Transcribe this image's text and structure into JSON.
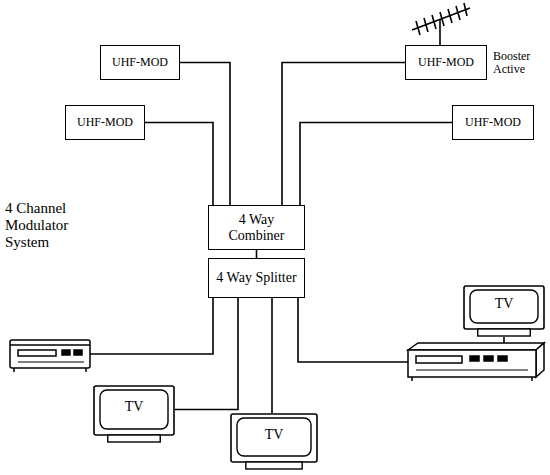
{
  "diagram": {
    "nodes": [
      {
        "text": [
          "UHF-MOD"
        ]
      },
      {
        "text": [
          "UHF-MOD"
        ]
      },
      {
        "text": [
          "UHF-MOD"
        ]
      },
      {
        "text": [
          "UHF-MOD"
        ]
      },
      {
        "text": [
          "4 Way Combiner"
        ]
      },
      {
        "text": [
          "4 Way Splitter"
        ]
      },
      {
        "text": [
          "TV"
        ]
      },
      {
        "text": [
          "TV"
        ]
      },
      {
        "text": [
          "TV"
        ]
      }
    ],
    "edges": [
      {
        "from": 0,
        "to": 4,
        "arrow": "none"
      },
      {
        "from": 1,
        "to": 4,
        "arrow": "none"
      },
      {
        "from": 2,
        "to": 4,
        "arrow": "none"
      },
      {
        "from": 3,
        "to": 4,
        "arrow": "none"
      },
      {
        "from": 4,
        "to": 5,
        "arrow": "none"
      },
      {
        "from": 5,
        "to": 7,
        "arrow": "none"
      },
      {
        "from": 5,
        "to": 8,
        "arrow": "none"
      }
    ],
    "labels": [
      "Booster Active",
      "4 Channel Modulator System"
    ]
  }
}
